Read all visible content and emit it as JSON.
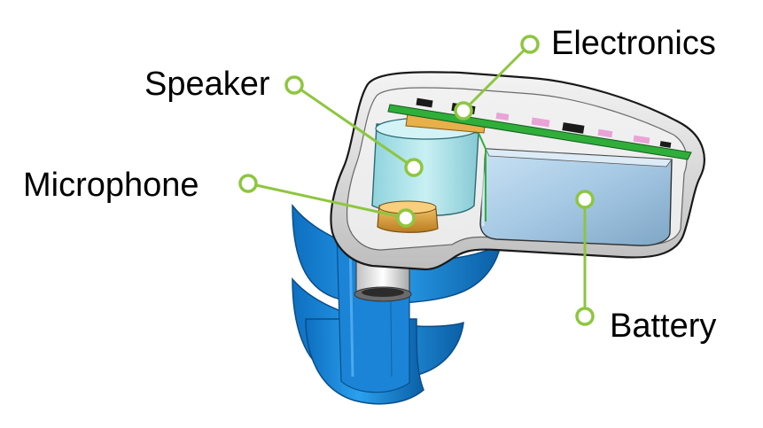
{
  "labels": {
    "electronics": "Electronics",
    "speaker": "Speaker",
    "microphone": "Microphone",
    "battery": "Battery"
  },
  "colors": {
    "callout": "#8dc63f",
    "housing": "#e6e6e6",
    "housing_edge": "#1a1a1a",
    "ear_tip": "#1e90e0",
    "ear_tip_dark": "#0b5fa5",
    "speaker": "#a9e3ea",
    "battery": "#a8cbe6",
    "pcb": "#2fae3a",
    "microphone": "#e0a43a"
  }
}
